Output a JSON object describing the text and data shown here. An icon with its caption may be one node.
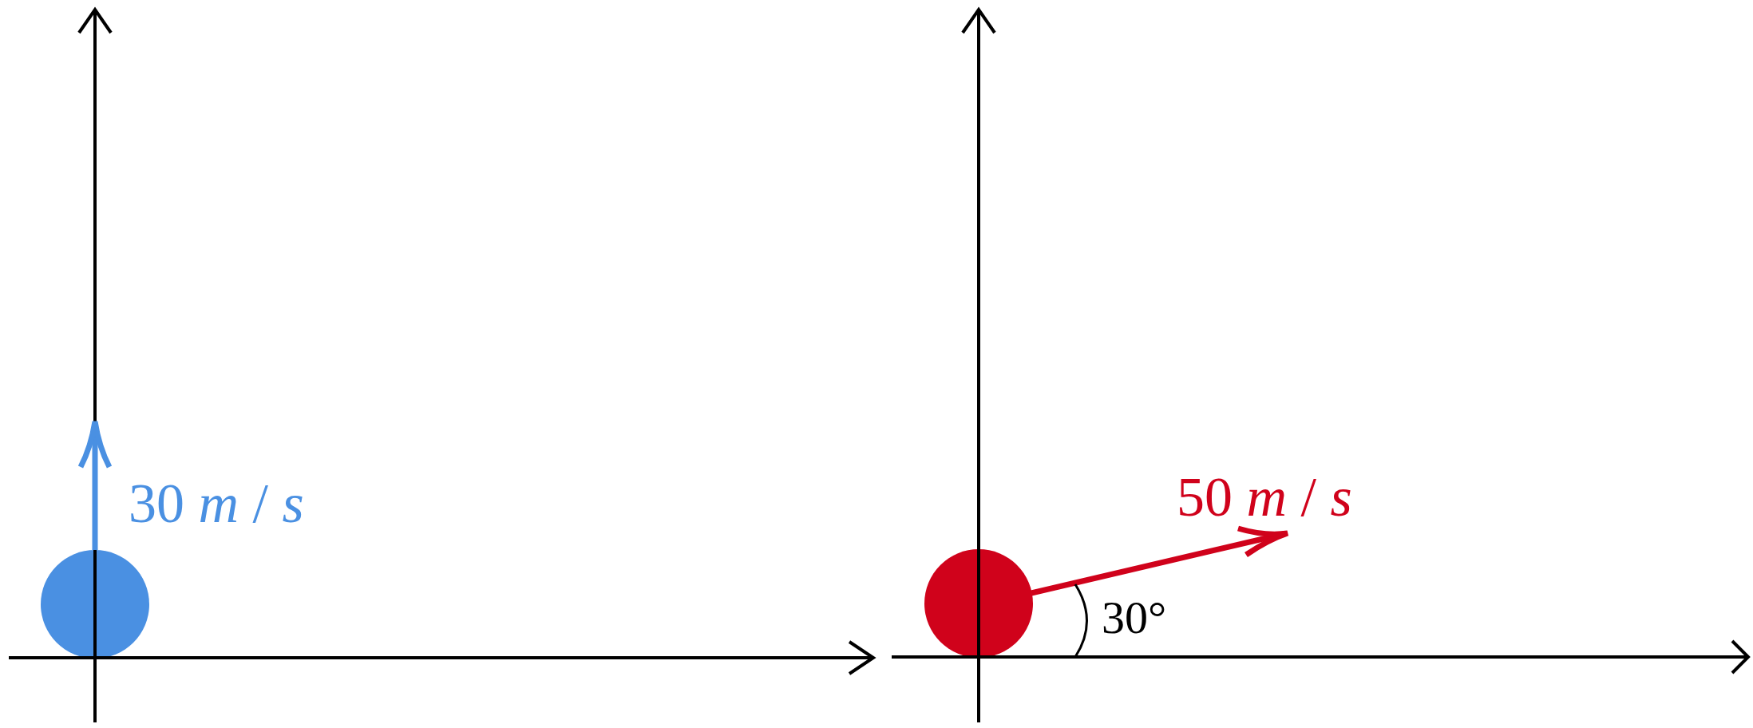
{
  "diagram": {
    "nodes": [
      {
        "text": [],
        "shape": "circle"
      },
      {
        "text": [],
        "shape": "circle"
      }
    ],
    "labels": [
      "30 *m* / *s*",
      "50 *m* / *s*",
      "30°"
    ]
  }
}
